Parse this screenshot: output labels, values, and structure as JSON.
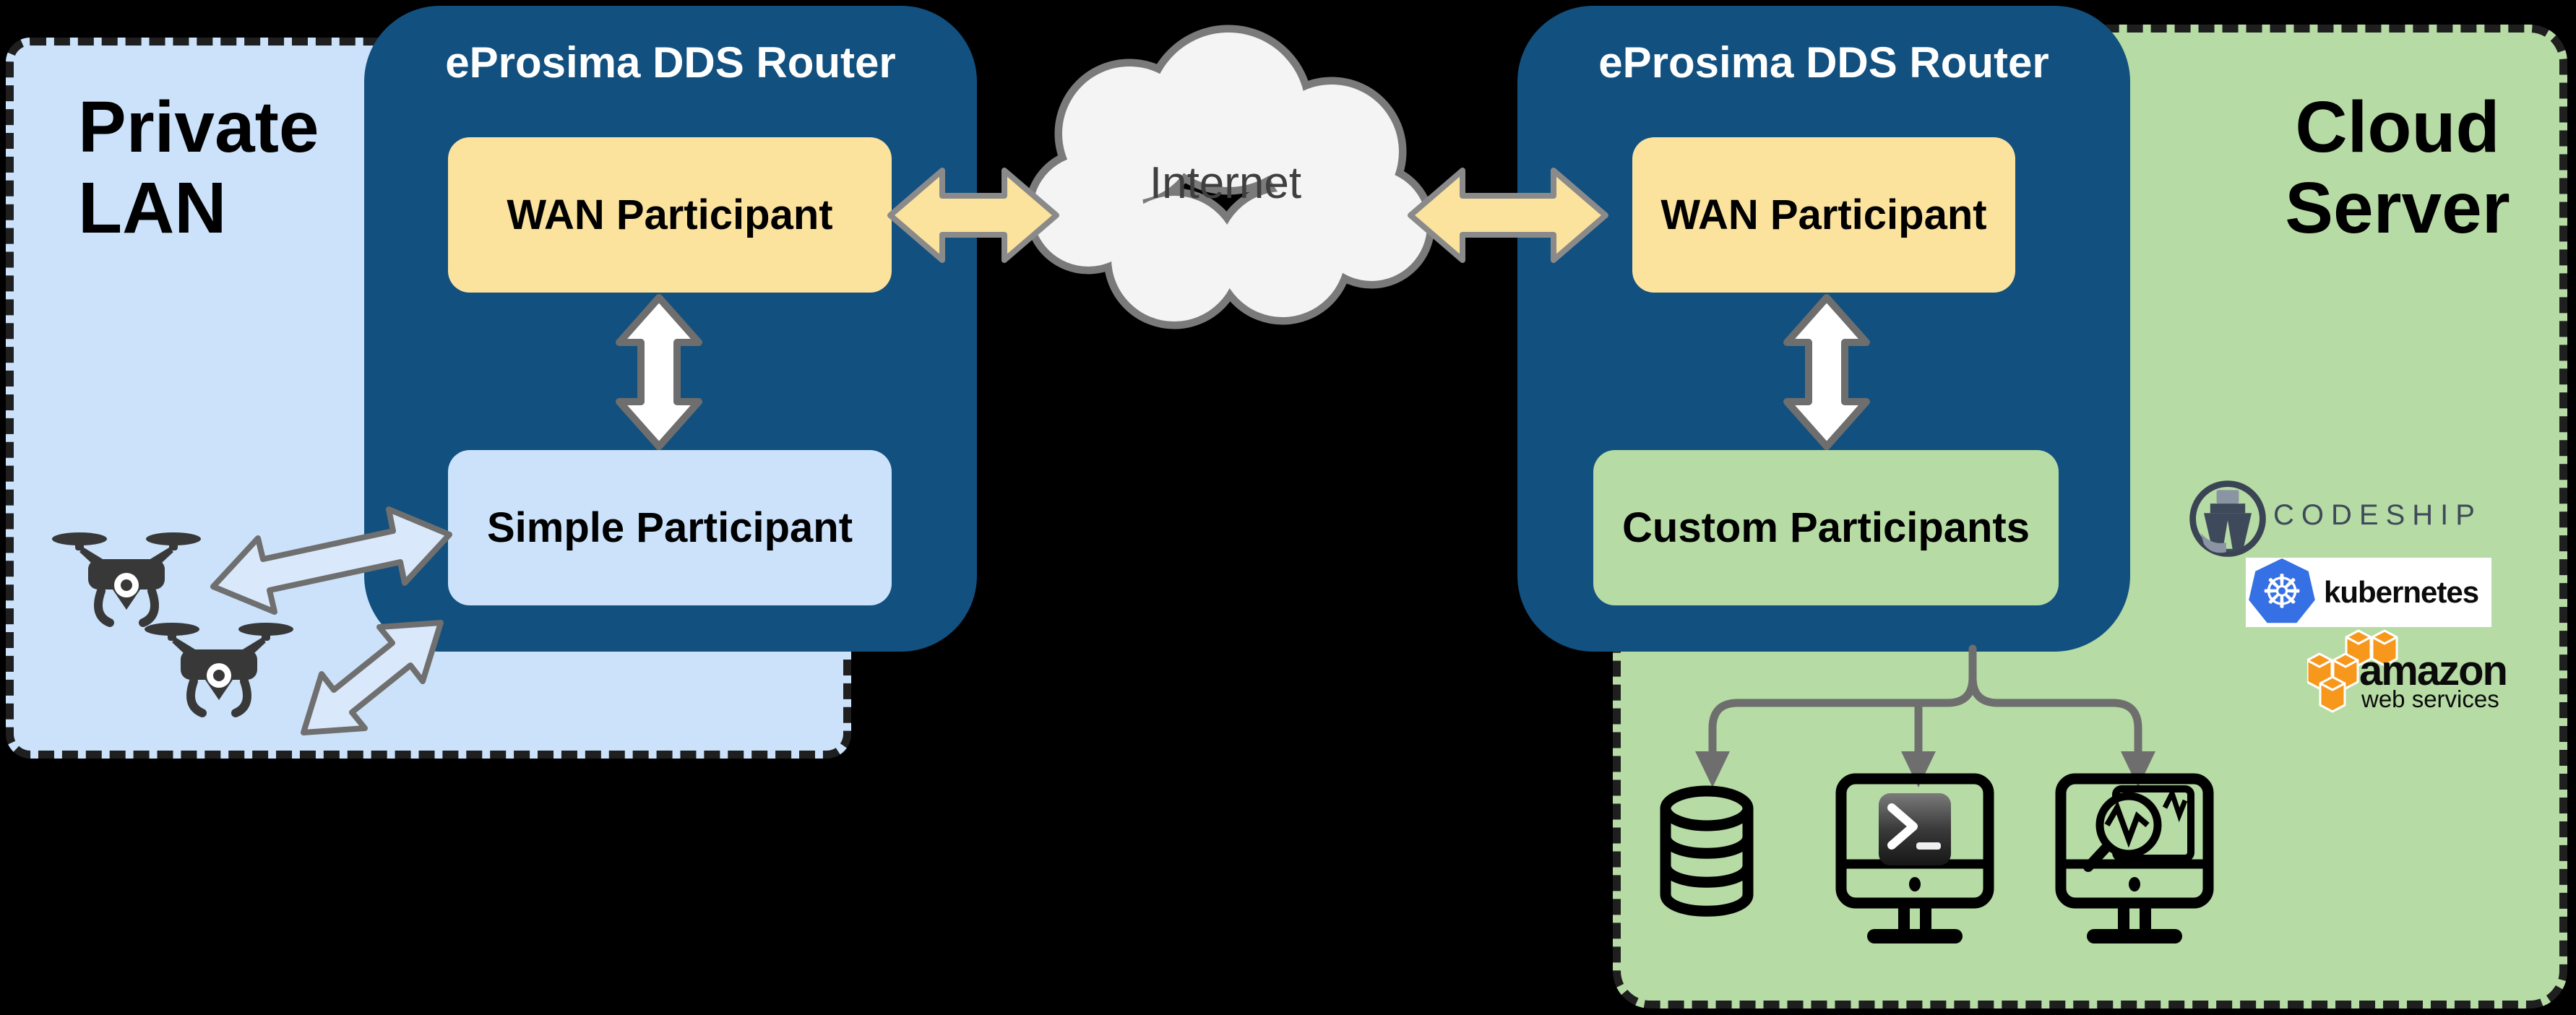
{
  "diagram_title": "eProsima DDS Router WAN communication architecture",
  "colors": {
    "background": "#000000",
    "router_blue": "#12507f",
    "participant_yellow": "#fbe29d",
    "lan_light_blue": "#cbe2fa",
    "cloud_green": "#b6dba4",
    "internet_cloud_fill": "#f4f4f4",
    "connector_gray": "#6e6e6e",
    "kubernetes_blue": "#3570e4",
    "aws_orange": "#f7981d",
    "codeship_slate": "#3f4a5a"
  },
  "private_lan": {
    "title_line1": "Private",
    "title_line2": "LAN"
  },
  "router_left": {
    "title": "eProsima DDS Router",
    "wan_label": "WAN Participant",
    "simple_label": "Simple Participant"
  },
  "internet": {
    "label": "Internet"
  },
  "router_right": {
    "title": "eProsima DDS Router",
    "wan_label": "WAN Participant",
    "custom_label": "Custom Participants"
  },
  "cloud_server": {
    "title_line1": "Cloud",
    "title_line2": "Server",
    "logos": {
      "codeship": "CODESHIP",
      "kubernetes": "kubernetes",
      "amazon": "amazon",
      "amazon_subtitle": "web services"
    }
  }
}
